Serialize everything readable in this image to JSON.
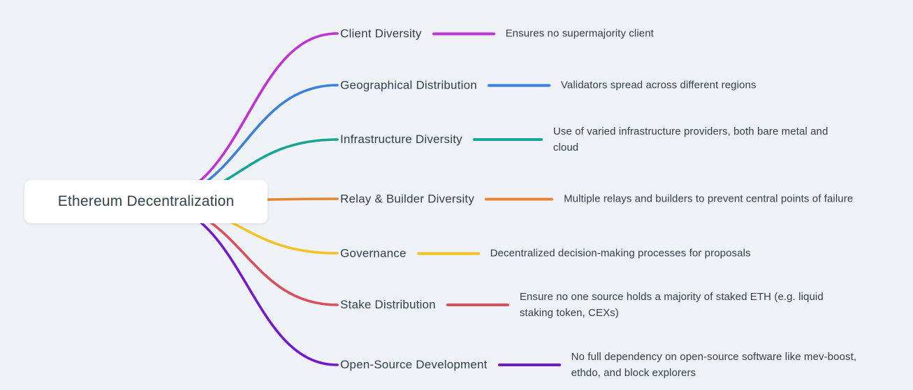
{
  "root": {
    "label": "Ethereum Decentralization"
  },
  "colors": {
    "background": "#EFF2F6",
    "root_node_bg": "#FFFFFF",
    "text": "#33404E"
  },
  "branches": [
    {
      "label": "Client Diversity",
      "description": "Ensures no supermajority client",
      "color": "#C12FD6"
    },
    {
      "label": "Geographical Distribution",
      "description": "Validators spread across different regions",
      "color": "#3B80DD"
    },
    {
      "label": "Infrastructure Diversity",
      "description": "Use of varied infrastructure providers, both bare metal and cloud",
      "color": "#16A594"
    },
    {
      "label": "Relay & Builder Diversity",
      "description": "Multiple relays and builders to prevent central points of failure",
      "color": "#E8832F"
    },
    {
      "label": "Governance",
      "description": "Decentralized decision-making processes for proposals",
      "color": "#F4C222"
    },
    {
      "label": "Stake Distribution",
      "description": "Ensure no one source holds a majority of staked ETH (e.g. liquid staking token, CEXs)",
      "color": "#D94F5B"
    },
    {
      "label": "Open-Source Development",
      "description": "No full dependency on open-source software like mev-boost, ethdo, and block explorers",
      "color": "#7517CE"
    }
  ]
}
